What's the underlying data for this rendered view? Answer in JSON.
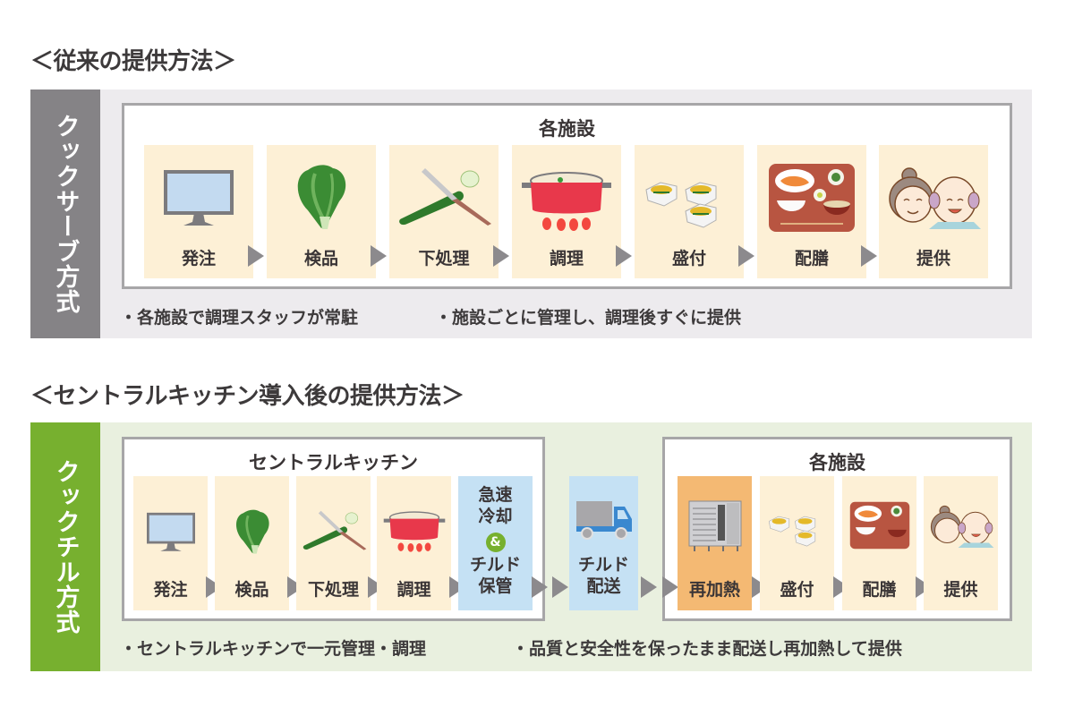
{
  "sections": {
    "traditional": {
      "heading": "＜従来の提供方法＞",
      "method_label": "クックサーブ方式",
      "box_title": "各施設",
      "steps": [
        {
          "label": "発注",
          "icon": "monitor-icon"
        },
        {
          "label": "検品",
          "icon": "lettuce-icon"
        },
        {
          "label": "下処理",
          "icon": "knife-cucumber-icon"
        },
        {
          "label": "調理",
          "icon": "pot-on-stove-icon"
        },
        {
          "label": "盛付",
          "icon": "food-bowls-icon"
        },
        {
          "label": "配膳",
          "icon": "meal-tray-icon"
        },
        {
          "label": "提供",
          "icon": "elderly-couple-icon"
        }
      ],
      "notes": [
        "・各施設で調理スタッフが常駐",
        "・施設ごとに管理し、調理後すぐに提供"
      ]
    },
    "cookchill": {
      "heading": "＜セントラルキッチン導入後の提供方法＞",
      "method_label": "クックチル方式",
      "kitchen_box_title": "セントラルキッチン",
      "facility_box_title": "各施設",
      "kitchen_steps": [
        {
          "label": "発注",
          "icon": "monitor-icon"
        },
        {
          "label": "検品",
          "icon": "lettuce-icon"
        },
        {
          "label": "下処理",
          "icon": "knife-cucumber-icon"
        },
        {
          "label": "調理",
          "icon": "pot-on-stove-icon"
        },
        {
          "label_top": "急速",
          "label_mid": "冷却",
          "amp": "&",
          "label_bottom1": "チルド",
          "label_bottom2": "保管"
        }
      ],
      "delivery_step": {
        "line1": "チルド",
        "line2": "配送",
        "icon": "truck-icon"
      },
      "facility_steps": [
        {
          "label": "再加熱",
          "icon": "combi-oven-icon"
        },
        {
          "label": "盛付",
          "icon": "food-bowls-icon"
        },
        {
          "label": "配膳",
          "icon": "meal-tray-icon"
        },
        {
          "label": "提供",
          "icon": "elderly-couple-icon"
        }
      ],
      "notes": [
        "・セントラルキッチンで一元管理・調理",
        "・品質と安全性を保ったまま配送し再加熱して提供"
      ]
    }
  },
  "colors": {
    "card_cream": "#fdf0d6",
    "card_blue": "#c5e1f4",
    "card_orange": "#f4b973",
    "sidebar_gray": "#858386",
    "sidebar_green": "#77b02f",
    "arrow_gray": "#8c8a8d"
  }
}
